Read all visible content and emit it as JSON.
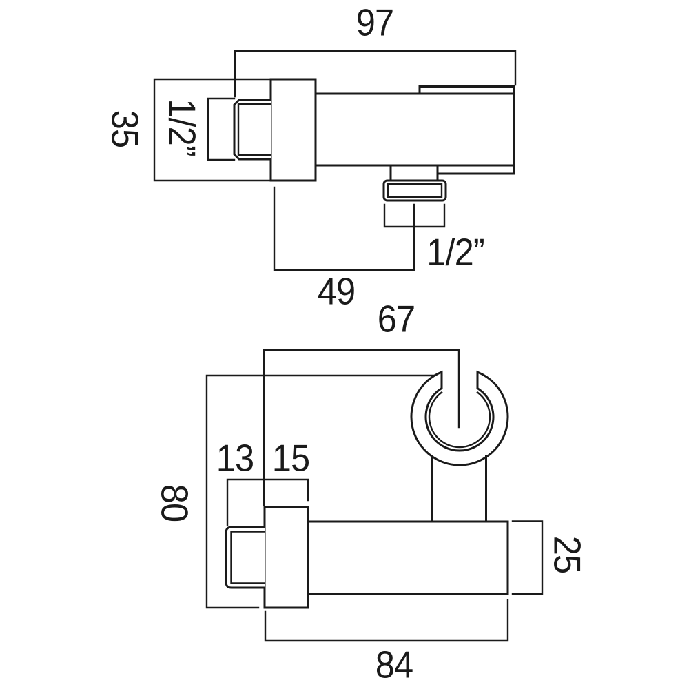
{
  "drawing": {
    "description": "Technical dimension drawing, two views of wall-mounted shower outlet with handset holder",
    "colors": {
      "background": "#ffffff",
      "line": "#1a1a1a",
      "text": "#1a1a1a"
    },
    "side_view": {
      "dims": {
        "overall_width": "97",
        "flange_height": "35",
        "inlet_thread": "1/2”",
        "outlet_thread": "1/2”",
        "outlet_offset": "49"
      }
    },
    "front_view": {
      "dims": {
        "holder_offset": "67",
        "overall_height": "80",
        "inlet_protrusion": "13",
        "flange_depth": "15",
        "body_height": "25",
        "overall_length": "84"
      }
    }
  }
}
